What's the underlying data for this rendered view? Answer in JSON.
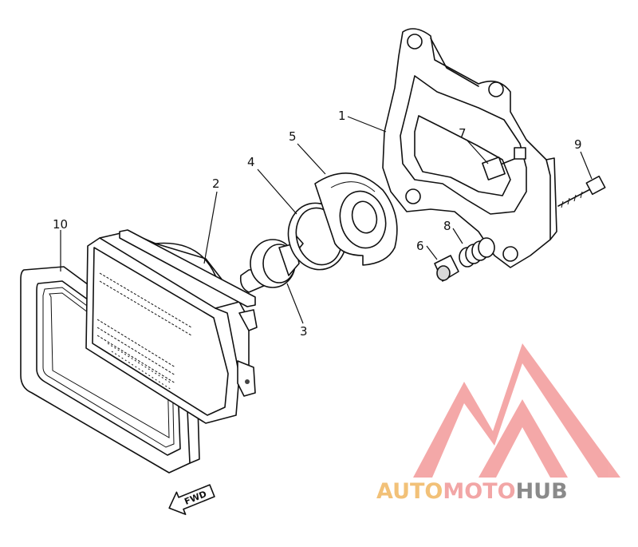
{
  "diagram": {
    "callouts": [
      {
        "id": "1",
        "text": "1"
      },
      {
        "id": "2",
        "text": "2"
      },
      {
        "id": "3",
        "text": "3"
      },
      {
        "id": "4",
        "text": "4"
      },
      {
        "id": "5",
        "text": "5"
      },
      {
        "id": "6",
        "text": "6"
      },
      {
        "id": "7",
        "text": "7"
      },
      {
        "id": "8",
        "text": "8"
      },
      {
        "id": "9",
        "text": "9"
      },
      {
        "id": "10",
        "text": "10"
      }
    ],
    "direction_label": "FWD"
  },
  "watermark": {
    "part1": "AUTO",
    "part2": "MOTO",
    "part3": "HUB",
    "colors": {
      "part1": "#f2c178",
      "part2": "#f2a6a6",
      "part3": "#8a8a8a",
      "logo": "#f39a9a"
    }
  }
}
